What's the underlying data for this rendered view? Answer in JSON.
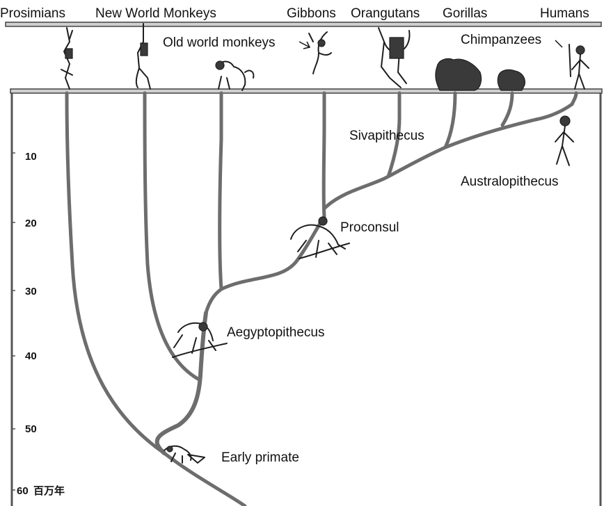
{
  "top_labels": {
    "prosimians": "Prosimians",
    "new_world_monkeys": "New World Monkeys",
    "gibbons": "Gibbons",
    "orangutans": "Orangutans",
    "gorillas": "Gorillas",
    "humans": "Humans",
    "old_world_monkeys": "Old world monkeys",
    "chimpanzees": "Chimpanzees"
  },
  "ancestors": {
    "sivapithecus": "Sivapithecus",
    "australopithecus": "Australopithecus",
    "proconsul": "Proconsul",
    "aegyptopithecus": "Aegyptopithecus",
    "early_primate": "Early primate"
  },
  "time_axis": {
    "ticks": [
      "10",
      "20",
      "30",
      "40",
      "50"
    ],
    "bottom_value": "60",
    "unit": "百万年"
  },
  "colors": {
    "branch": "#6d6d6d",
    "frame": "#555555",
    "text": "#111111"
  }
}
